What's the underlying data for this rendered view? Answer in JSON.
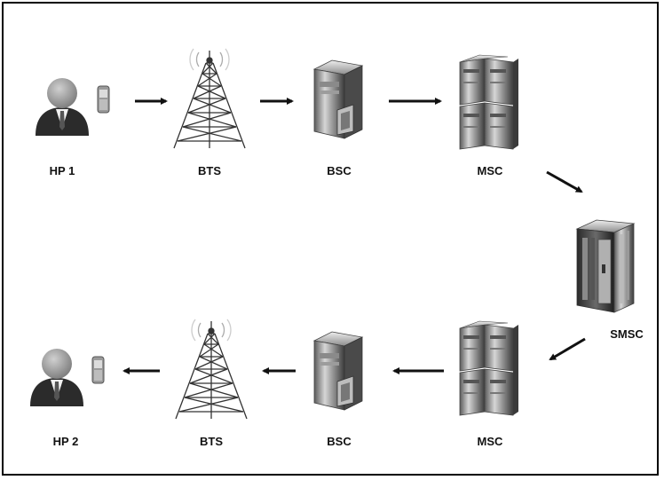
{
  "diagram": {
    "top_row": {
      "handphone": "HP 1",
      "bts": "BTS",
      "bsc": "BSC",
      "msc": "MSC"
    },
    "center": {
      "smsc": "SMSC"
    },
    "bottom_row": {
      "handphone": "HP 2",
      "bts": "BTS",
      "bsc": "BSC",
      "msc": "MSC"
    },
    "icons": {
      "user": "user-with-phone-icon",
      "tower": "radio-tower-icon",
      "bsc": "server-icon",
      "msc": "server-rack-icon",
      "smsc": "cabinet-server-icon",
      "arrow": "arrow-icon"
    },
    "colors": {
      "frame": "#000000",
      "arrow": "#111111",
      "label": "#111111"
    }
  }
}
